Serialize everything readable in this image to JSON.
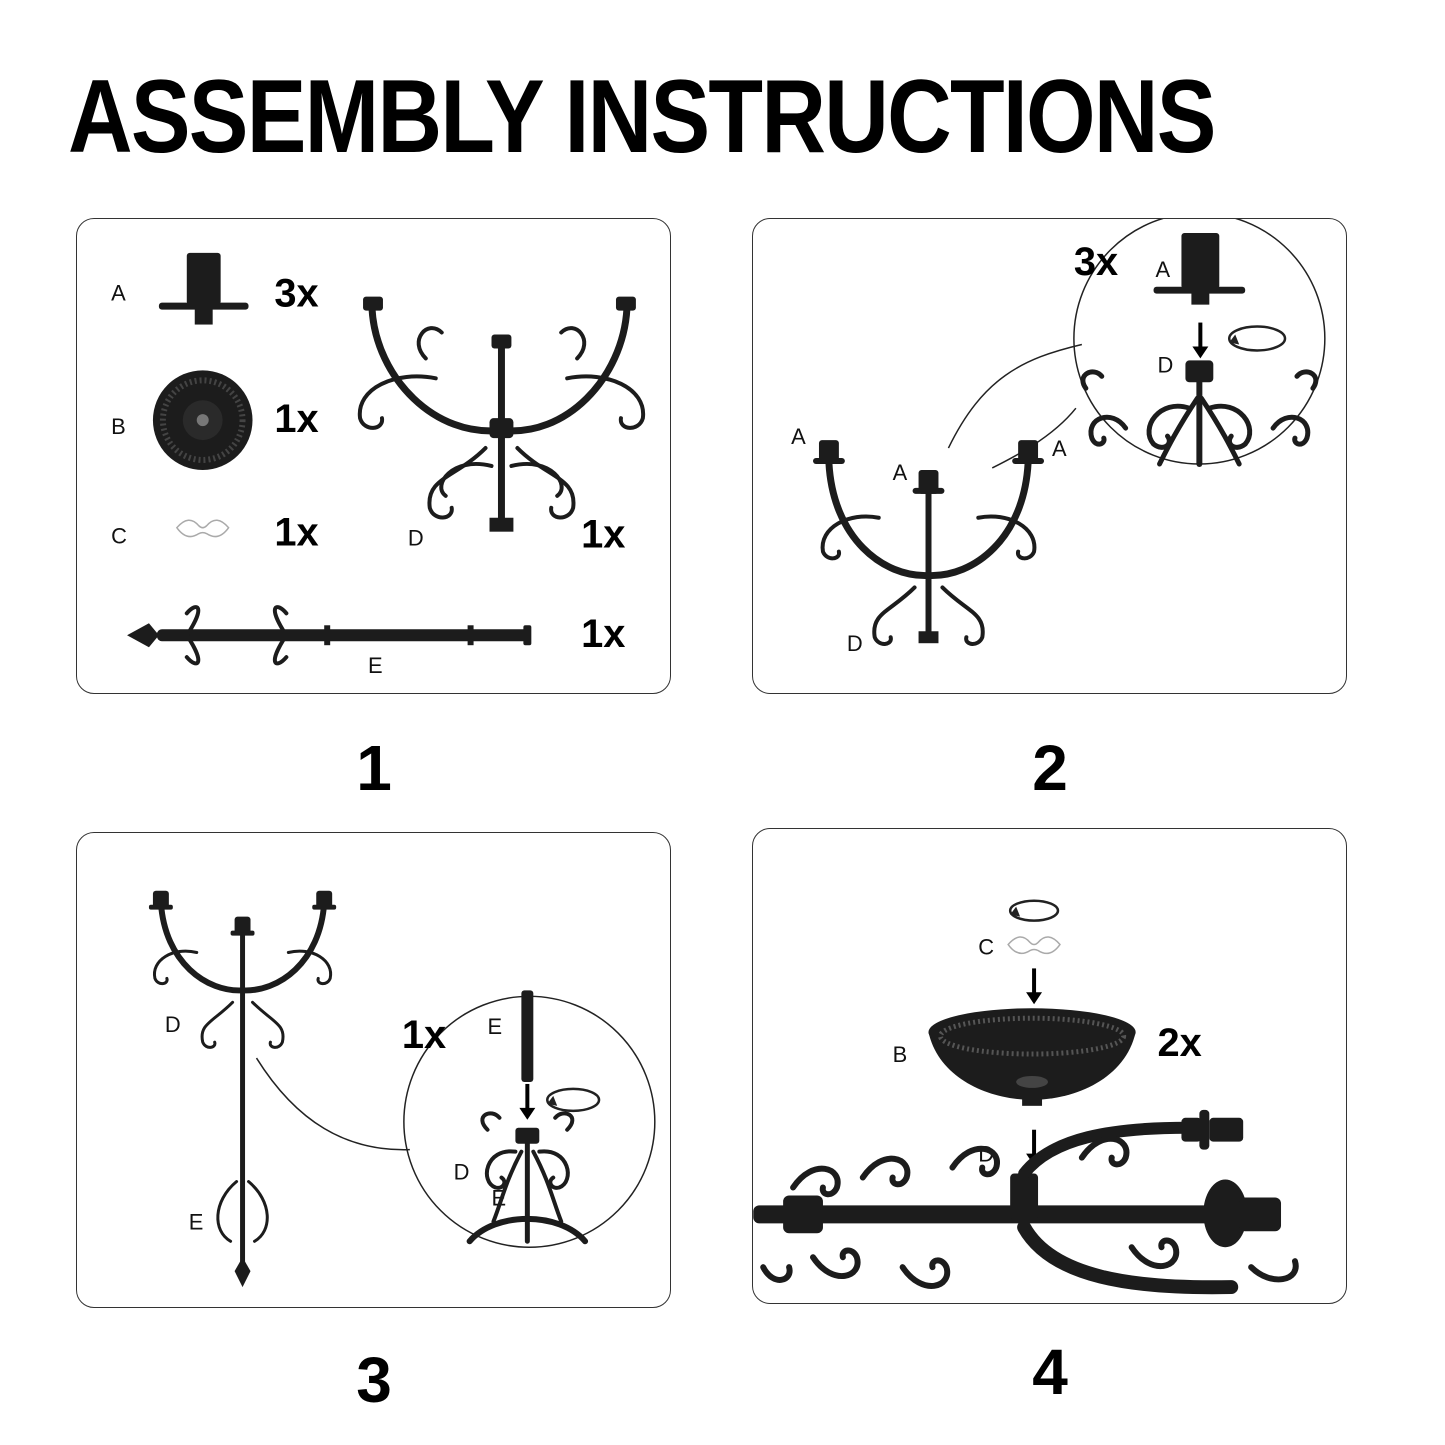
{
  "title": "ASSEMBLY INSTRUCTIONS",
  "colors": {
    "ink": "#1c1c1c",
    "border": "#333333",
    "background": "#ffffff"
  },
  "steps": [
    {
      "number": "1",
      "parts": [
        {
          "letter": "A",
          "qty": "3x"
        },
        {
          "letter": "B",
          "qty": "1x"
        },
        {
          "letter": "C",
          "qty": "1x"
        },
        {
          "letter": "D",
          "qty": "1x"
        },
        {
          "letter": "E",
          "qty": "1x"
        }
      ]
    },
    {
      "number": "2",
      "labels": {
        "a1": "A",
        "a2": "A",
        "a3": "A",
        "d": "D",
        "zoom_a": "A",
        "zoom_d": "D"
      },
      "qty": "3x"
    },
    {
      "number": "3",
      "labels": {
        "d": "D",
        "e": "E",
        "zoom_e": "E",
        "zoom_d": "D",
        "zoom_e2": "E"
      },
      "qty": "1x"
    },
    {
      "number": "4",
      "labels": {
        "c": "C",
        "b": "B",
        "d": "D"
      },
      "qty": "2x"
    }
  ]
}
